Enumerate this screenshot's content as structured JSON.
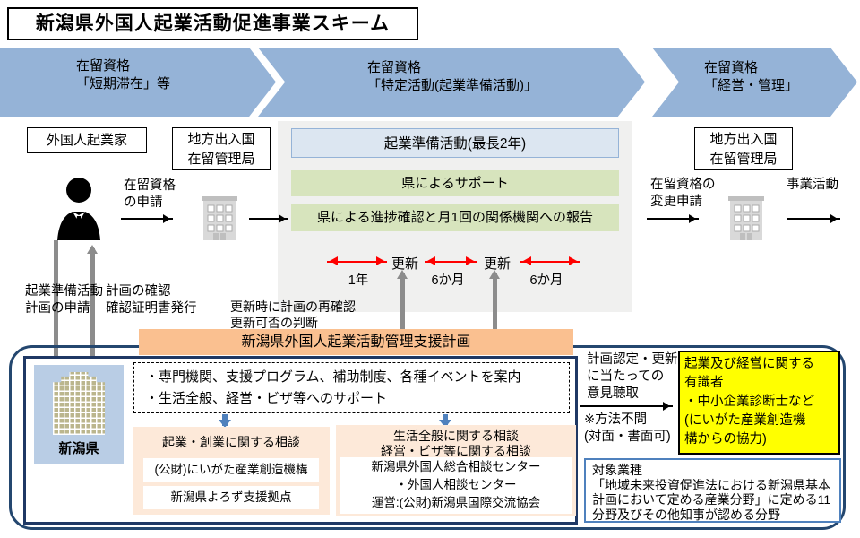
{
  "title": "新潟県外国人起業活動促進事業スキーム",
  "phases": [
    {
      "label": "在留資格\n「短期滞在」等"
    },
    {
      "label": "在留資格\n「特定活動(起業準備活動)」"
    },
    {
      "label": "在留資格\n「経営・管理」"
    }
  ],
  "actors": {
    "entrepreneur": "外国人起業家",
    "immigration_left": "地方出入国\n在留管理局",
    "immigration_right": "地方出入国\n在留管理局"
  },
  "flow_labels": {
    "residence_apply": "在留資格\nの申請",
    "plan_apply": "起業準備活動\n計画の申請",
    "plan_confirm": "計画の確認\n確認証明書発行",
    "renewal_note": "更新時に計画の再確認\n更新可否の判断",
    "change_apply": "在留資格の\n変更申請",
    "business_activity": "事業活動"
  },
  "activity_panel": {
    "main": "起業準備活動(最長2年)",
    "support": "県によるサポート",
    "progress": "県による進捗確認と月1回の関係機関への報告",
    "timeline": {
      "renewal_label": "更新",
      "segments": [
        "1年",
        "6か月",
        "6か月"
      ]
    }
  },
  "support_plan": {
    "title": "新潟県外国人起業活動管理支援計画",
    "bullets": "・専門機関、支援プログラム、補助制度、各種イベントを案内\n・生活全般、経営・ビザ等へのサポート",
    "prefecture": "新潟県",
    "consult_left": {
      "title": "起業・創業に関する相談",
      "orgs": [
        "(公財)にいがた産業創造機構",
        "新潟県よろず支援拠点"
      ]
    },
    "consult_right": {
      "title": "生活全般に関する相談\n経営・ビザ等に関する相談",
      "org": "新潟県外国人総合相談センター\n・外国人相談センター\n運営:(公財)新潟県国際交流協会"
    }
  },
  "advisors": {
    "hearing": "計画認定・更新\nに当たっての\n意見聴取",
    "method": "※方法不問\n(対面・書面可)",
    "experts": "起業及び経営に関する\n有識者\n・中小企業診断士など\n(にいがた産業創造機\n構からの協力)"
  },
  "target": {
    "text": "対象業種\n「地域未来投資促進法における新潟県基本\n計画において定める産業分野」に定める11\n分野及びその他知事が認める分野"
  },
  "colors": {
    "chevron_blue": "#95B3D7",
    "activity_blue": "#DCE6F1",
    "support_green": "#D7E4BD",
    "plan_orange": "#FAC090",
    "consult_peach": "#FDE9D9",
    "prefecture_blue": "#B9CDE5",
    "highlight_yellow": "#FFFF00",
    "navy_border": "#1F3864",
    "accent_blue": "#4F81BD",
    "timeline_red": "#FF0000",
    "panel_gray": "#F0F0EF"
  }
}
